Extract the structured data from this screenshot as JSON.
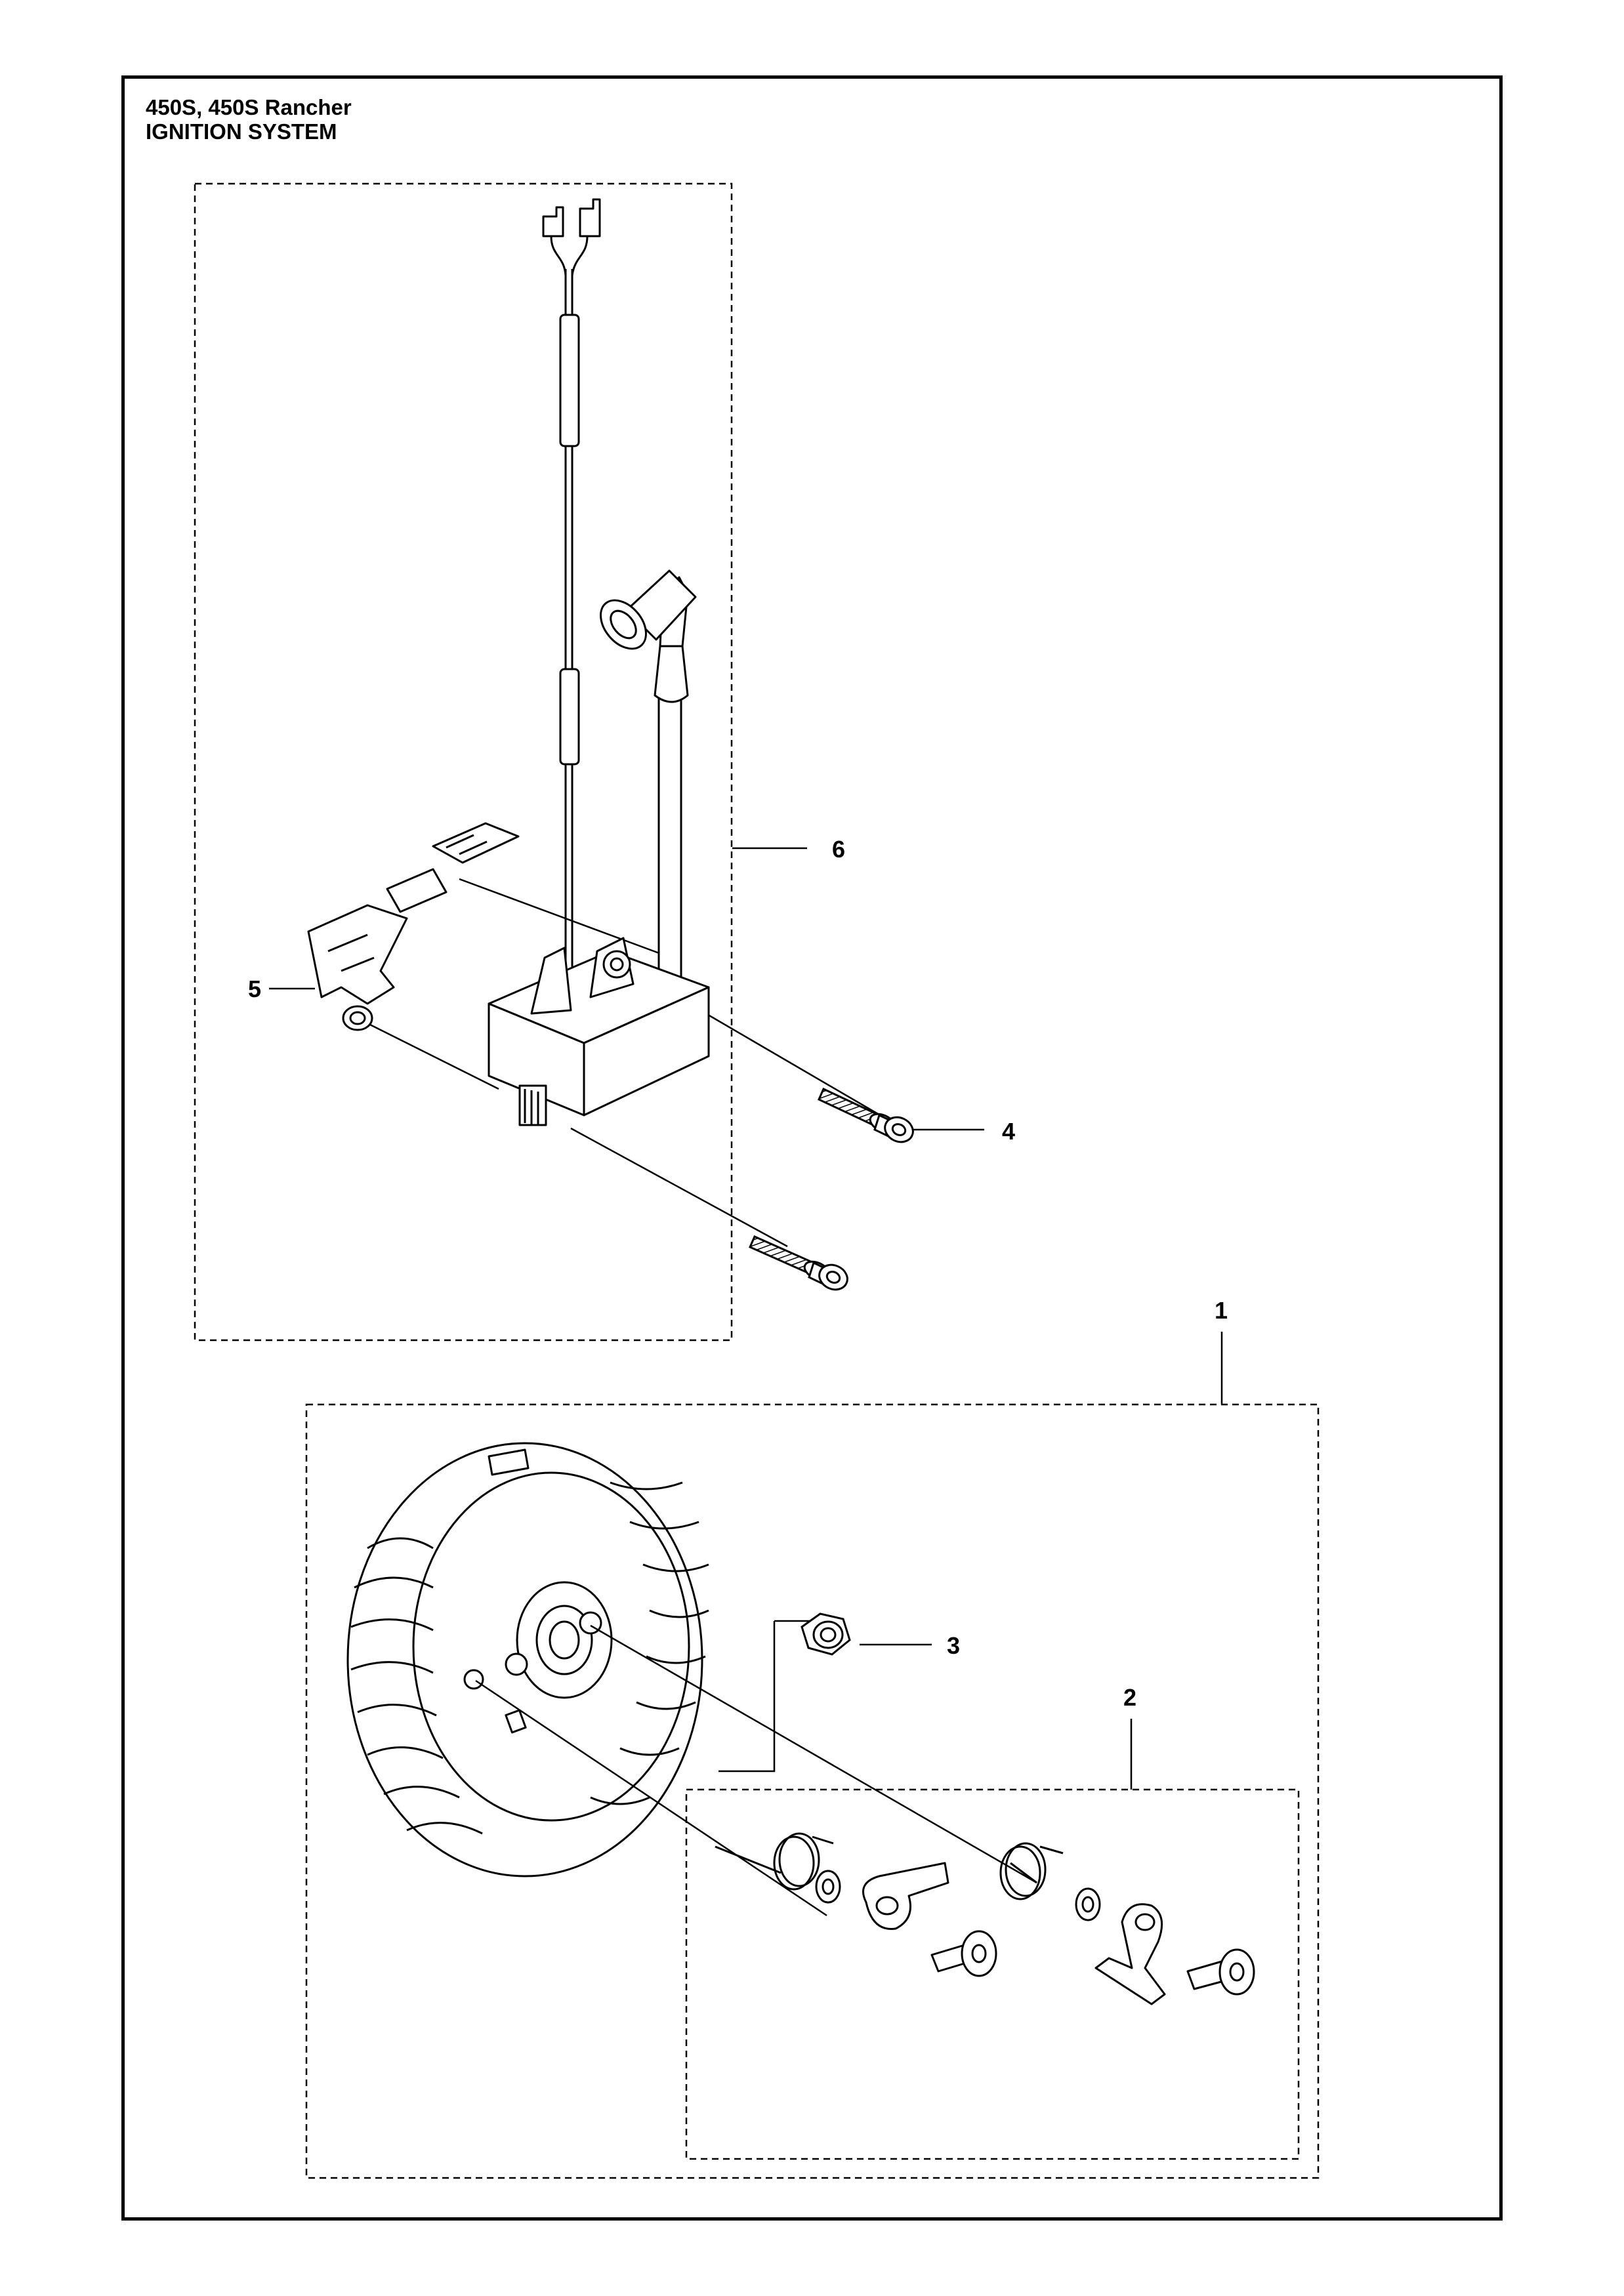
{
  "header": {
    "models": "450S, 450S Rancher",
    "section": "IGNITION SYSTEM"
  },
  "callouts": {
    "flywheel_assembly": "1",
    "pawl_kit": "2",
    "flywheel_nut": "3",
    "coil_screw": "4",
    "coil_bracket": "5",
    "ignition_module": "6"
  }
}
